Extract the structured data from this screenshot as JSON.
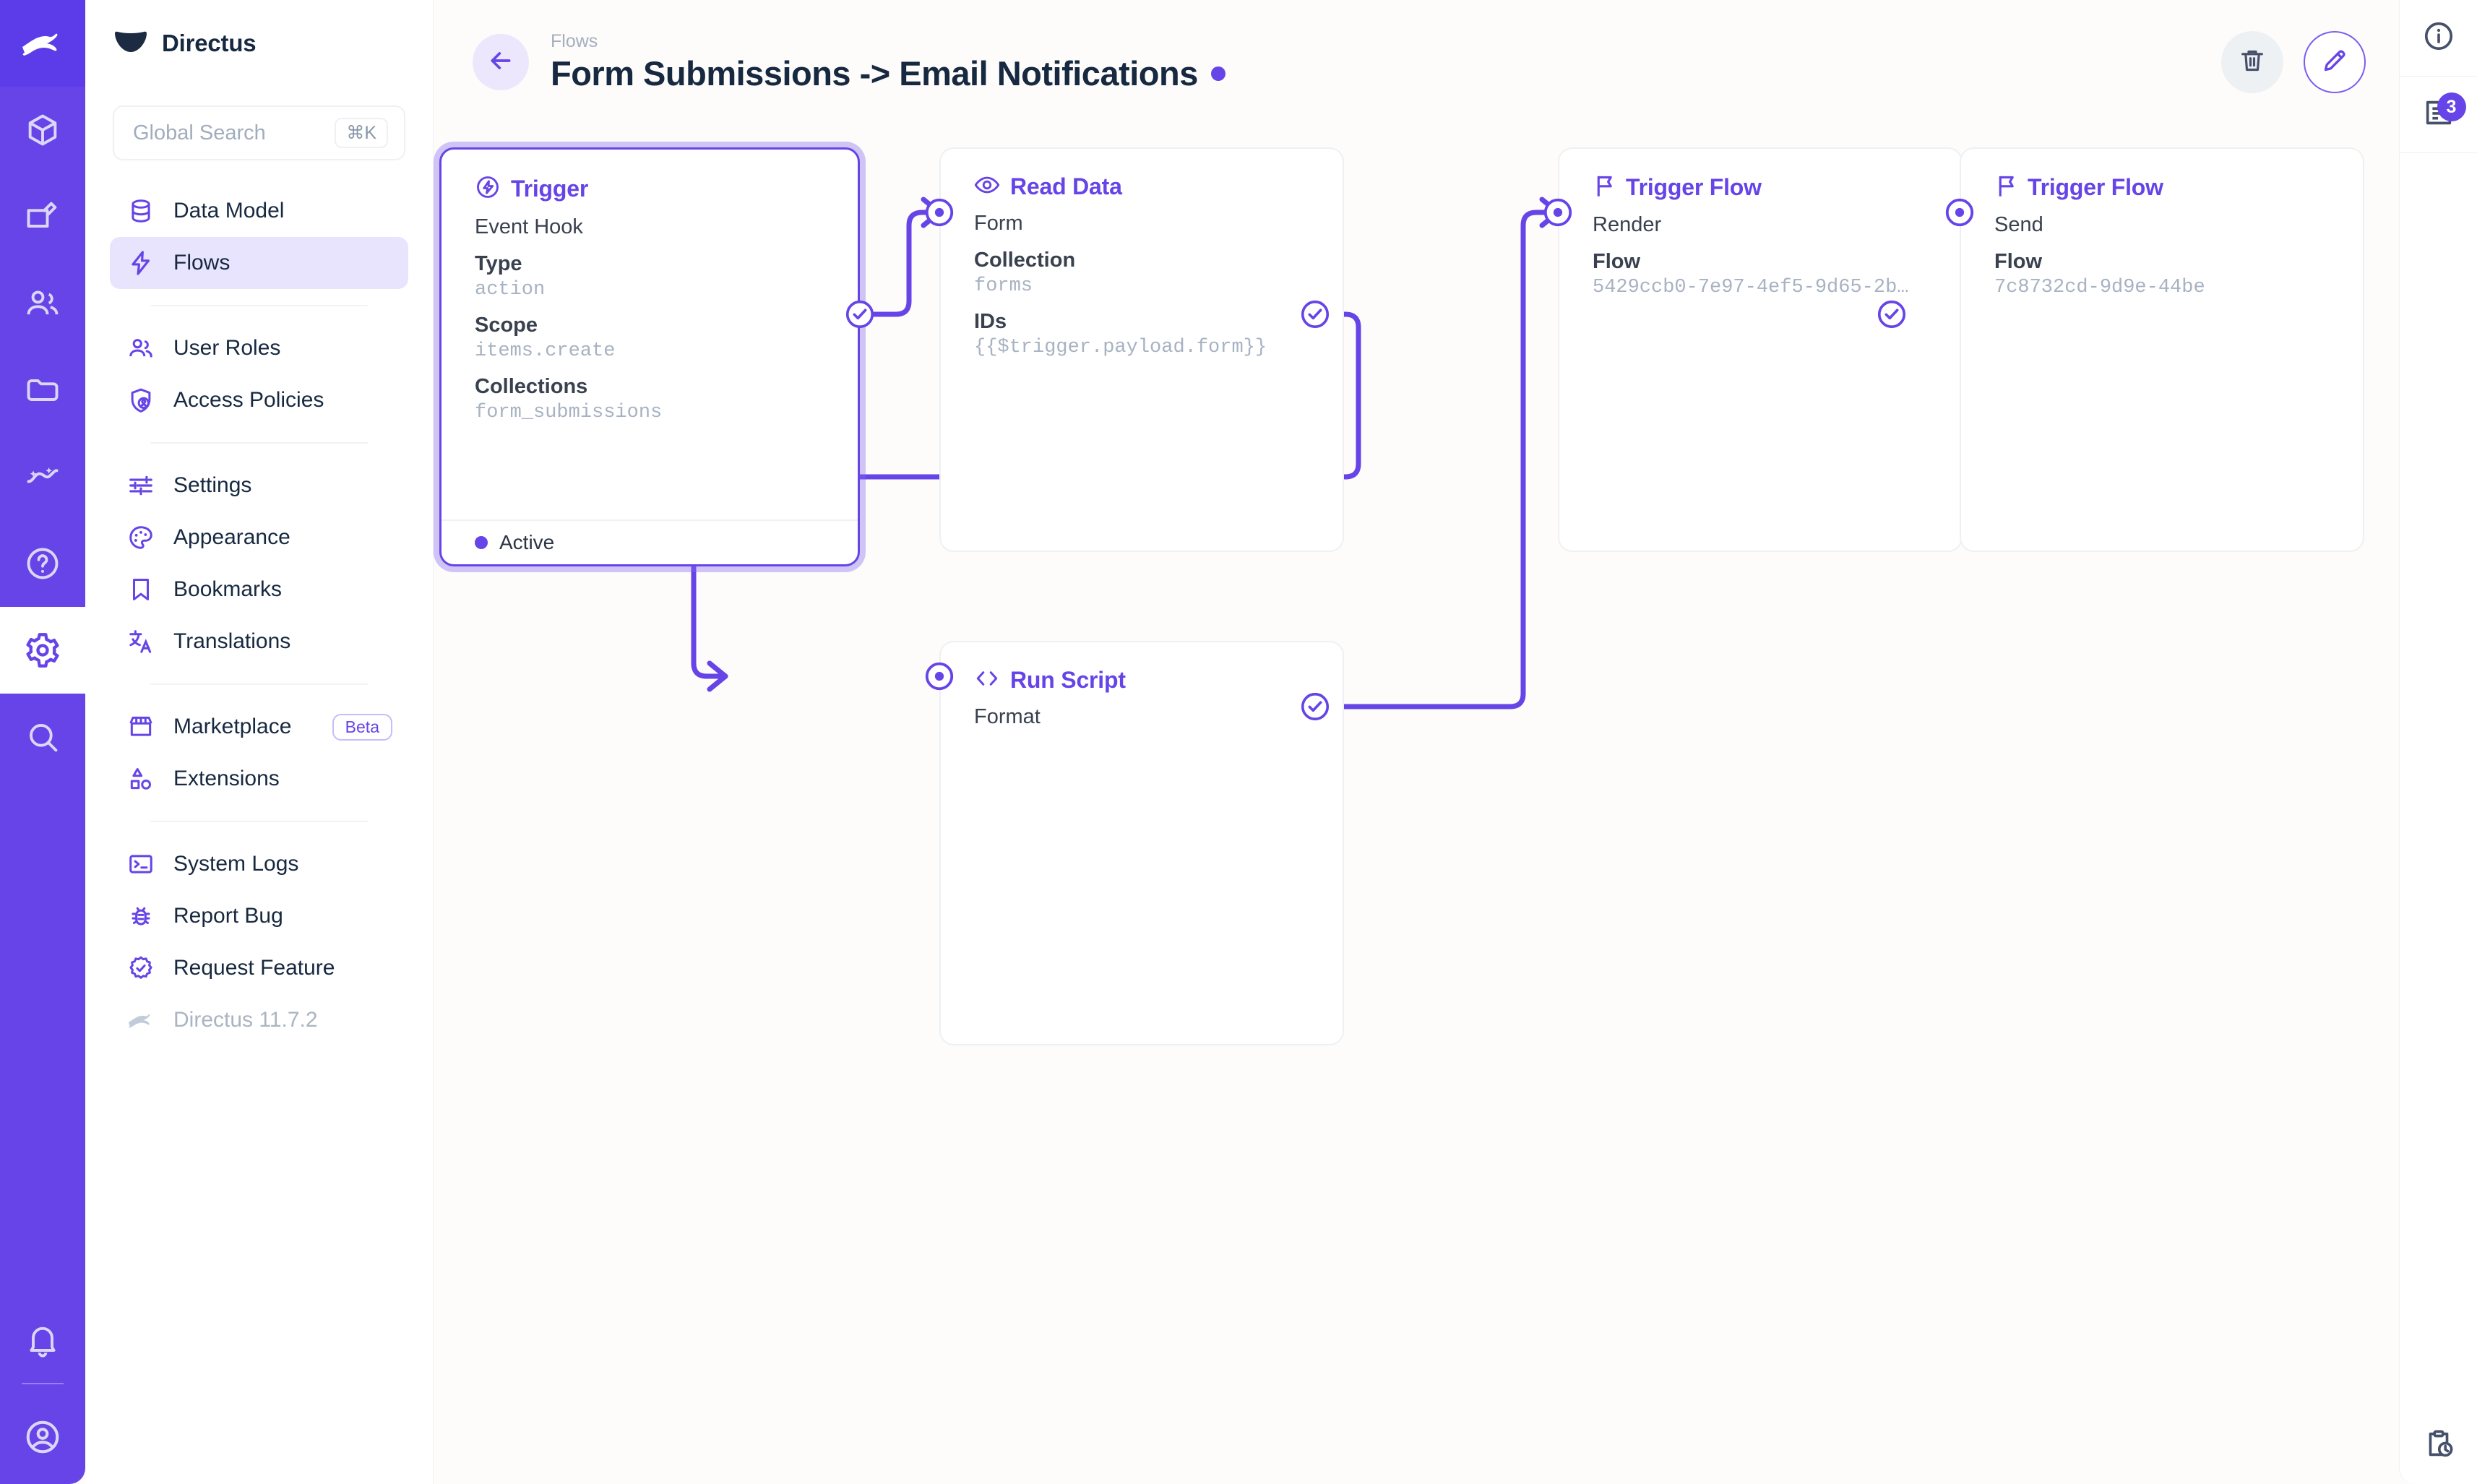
{
  "module_bar": {
    "logo_icon": "directus-rabbit-logo",
    "items": [
      {
        "name": "content",
        "icon": "box-icon",
        "active": false
      },
      {
        "name": "editor",
        "icon": "edit-square-icon",
        "active": false
      },
      {
        "name": "users",
        "icon": "users-icon",
        "active": false
      },
      {
        "name": "files",
        "icon": "folder-icon",
        "active": false
      },
      {
        "name": "insights",
        "icon": "insights-icon",
        "active": false
      },
      {
        "name": "help",
        "icon": "question-circle-icon",
        "active": false
      },
      {
        "name": "settings",
        "icon": "gear-icon",
        "active": true
      },
      {
        "name": "search",
        "icon": "search-icon",
        "active": false
      }
    ],
    "bottom": [
      {
        "name": "notifications",
        "icon": "bell-icon"
      },
      {
        "name": "account",
        "icon": "user-circle-icon"
      }
    ]
  },
  "nav": {
    "title": "Directus",
    "logo_icon": "directus-mark-icon",
    "search": {
      "placeholder": "Global Search",
      "shortcut": "⌘K"
    },
    "groups": [
      {
        "items": [
          {
            "label": "Data Model",
            "icon": "database-icon",
            "active": false
          },
          {
            "label": "Flows",
            "icon": "bolt-icon",
            "active": true
          }
        ]
      },
      {
        "items": [
          {
            "label": "User Roles",
            "icon": "users-icon",
            "active": false
          },
          {
            "label": "Access Policies",
            "icon": "shield-user-icon",
            "active": false
          }
        ]
      },
      {
        "items": [
          {
            "label": "Settings",
            "icon": "sliders-icon",
            "active": false
          },
          {
            "label": "Appearance",
            "icon": "palette-icon",
            "active": false
          },
          {
            "label": "Bookmarks",
            "icon": "bookmark-icon",
            "active": false
          },
          {
            "label": "Translations",
            "icon": "translate-icon",
            "active": false
          }
        ]
      },
      {
        "items": [
          {
            "label": "Marketplace",
            "icon": "storefront-icon",
            "badge": "Beta",
            "active": false
          },
          {
            "label": "Extensions",
            "icon": "shapes-icon",
            "active": false
          }
        ]
      },
      {
        "items": [
          {
            "label": "System Logs",
            "icon": "terminal-icon",
            "active": false
          },
          {
            "label": "Report Bug",
            "icon": "bug-icon",
            "active": false
          },
          {
            "label": "Request Feature",
            "icon": "badge-check-icon",
            "active": false
          },
          {
            "label": "Directus 11.7.2",
            "icon": "rabbit-icon",
            "muted": true,
            "active": false
          }
        ]
      }
    ]
  },
  "header": {
    "back_icon": "arrow-left-icon",
    "breadcrumb": "Flows",
    "title": "Form Submissions -> Email Notifications",
    "status_indicator": "active-dot",
    "actions": [
      {
        "name": "delete-flow-button",
        "icon": "trash-icon"
      },
      {
        "name": "edit-flow-button",
        "icon": "pencil-icon"
      }
    ]
  },
  "right_sidebar": {
    "items": [
      {
        "name": "info-button",
        "icon": "info-circle-icon",
        "badge": null
      },
      {
        "name": "revisions-button",
        "icon": "document-revisions-icon",
        "badge": "3"
      }
    ],
    "bottom": [
      {
        "name": "activity-log-button",
        "icon": "clipboard-clock-icon"
      }
    ]
  },
  "flow": {
    "nodes": [
      {
        "id": "trigger",
        "type": "trigger",
        "icon": "bolt-circle-icon",
        "title": "Trigger",
        "subtitle": "Event Hook",
        "selected": true,
        "fields": [
          {
            "label": "Type",
            "value": "action"
          },
          {
            "label": "Scope",
            "value": "items.create"
          },
          {
            "label": "Collections",
            "value": "form_submissions"
          }
        ],
        "footer": {
          "status": "Active",
          "dot_color": "#6644e7"
        }
      },
      {
        "id": "read-data",
        "type": "operation",
        "icon": "eye-icon",
        "title": "Read Data",
        "subtitle": "Form",
        "selected": false,
        "fields": [
          {
            "label": "Collection",
            "value": "forms"
          },
          {
            "label": "IDs",
            "value": "{{$trigger.payload.form}}"
          }
        ]
      },
      {
        "id": "run-script",
        "type": "operation",
        "icon": "code-brackets-icon",
        "title": "Run Script",
        "subtitle": "Format",
        "selected": false,
        "fields": []
      },
      {
        "id": "trigger-flow-render",
        "type": "operation",
        "icon": "flag-icon",
        "title": "Trigger Flow",
        "subtitle": "Render",
        "selected": false,
        "fields": [
          {
            "label": "Flow",
            "value": "5429ccb0-7e97-4ef5-9d65-2b…"
          }
        ]
      },
      {
        "id": "trigger-flow-send",
        "type": "operation",
        "icon": "flag-icon",
        "title": "Trigger Flow",
        "subtitle": "Send",
        "selected": false,
        "fields": [
          {
            "label": "Flow",
            "value": "7c8732cd-9d9e-44be"
          }
        ]
      }
    ],
    "edges": [
      {
        "from": "trigger",
        "to": "read-data",
        "kind": "resolve"
      },
      {
        "from": "read-data",
        "to": "run-script",
        "kind": "resolve"
      },
      {
        "from": "run-script",
        "to": "trigger-flow-render",
        "kind": "resolve"
      },
      {
        "from": "trigger-flow-render",
        "to": "trigger-flow-send",
        "kind": "resolve"
      }
    ]
  },
  "colors": {
    "accent": "#6644e7",
    "accent_soft": "#e9e4fd",
    "text": "#172940",
    "muted": "#a7b2c2",
    "border": "#eef0f3",
    "canvas_bg": "#fdfcfb"
  }
}
